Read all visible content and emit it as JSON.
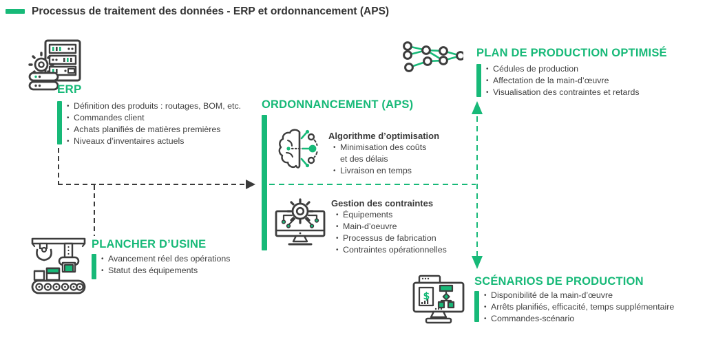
{
  "title": "Processus de traitement des données - ERP et ordonnancement (APS)",
  "colors": {
    "accent": "#17b978",
    "text_dark": "#3a3a3a"
  },
  "sections": {
    "erp": {
      "title": "ERP",
      "items": [
        "Définition des produits : routages, BOM, etc.",
        "Commandes client",
        "Achats planifiés de matières premières",
        "Niveaux d’inventaires actuels"
      ]
    },
    "plancher_usine": {
      "title": "PLANCHER D’USINE",
      "items": [
        "Avancement réel des opérations",
        "Statut des équipements"
      ]
    },
    "ordonnancement": {
      "title": "ORDONNANCEMENT (APS)",
      "algorithme": {
        "title": "Algorithme d’optimisation",
        "items": [
          "Minimisation des coûts et des délais",
          "Livraison en temps"
        ]
      },
      "gestion": {
        "title": "Gestion des contraintes",
        "items": [
          "Équipements",
          "Main-d’oeuvre",
          "Processus de fabrication",
          "Contraintes opérationnelles"
        ]
      }
    },
    "plan_production": {
      "title": "PLAN DE PRODUCTION OPTIMISÉ",
      "items": [
        "Cédules de production",
        "Affectation de la main-d’œuvre",
        "Visualisation des contraintes et retards"
      ]
    },
    "scenarios_production": {
      "title": "SCÉNARIOS DE PRODUCTION",
      "items": [
        "Disponibilité de la main-d’œuvre",
        "Arrêts planifiés, efficacité, temps supplémentaire",
        "Commandes-scénario"
      ]
    }
  },
  "icons": {
    "erp": "server-gear-icon",
    "plancher_usine": "factory-conveyor-icon",
    "algorithme": "brain-network-icon",
    "gestion": "monitor-gear-icon",
    "plan_production": "network-graph-icon",
    "scenarios_production": "monitor-scenario-icon"
  }
}
